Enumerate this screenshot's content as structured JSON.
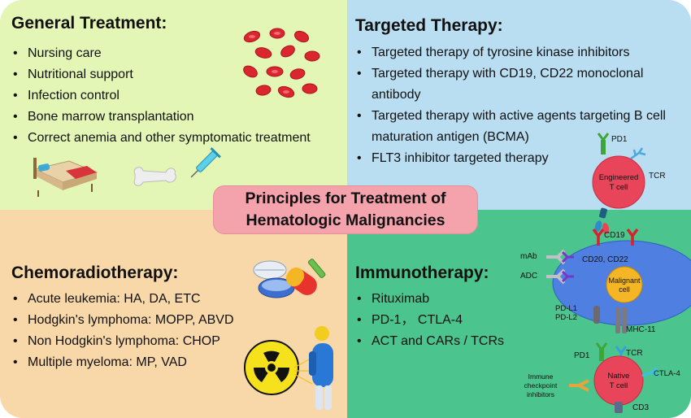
{
  "center": {
    "line1": "Principles for Treatment of",
    "line2": "Hematologic Malignancies"
  },
  "general": {
    "title": "General Treatment:",
    "items": [
      "Nursing care",
      "Nutritional support",
      "Infection control",
      "Bone marrow transplantation",
      "Correct anemia and other symptomatic treatment"
    ]
  },
  "targeted": {
    "title": "Targeted Therapy:",
    "items": [
      "Targeted therapy of tyrosine kinase inhibitors",
      "Targeted therapy with CD19, CD22 monoclonal antibody",
      "Targeted therapy with active agents targeting B cell maturation antigen (BCMA)",
      "FLT3 inhibitor targeted therapy"
    ]
  },
  "chemo": {
    "title": "Chemoradiotherapy:",
    "items": [
      "Acute leukemia: HA, DA, ETC",
      "Hodgkin's lymphoma: MOPP, ABVD",
      "Non Hodgkin's lymphoma: CHOP",
      "Multiple myeloma: MP, VAD"
    ]
  },
  "immuno": {
    "title": "Immunotherapy:",
    "items": [
      "Rituximab",
      "PD-1， CTLA-4",
      "ACT and CARs / TCRs"
    ]
  },
  "figure": {
    "pd1_top": "PD1",
    "engineered_line1": "Engineered",
    "engineered_line2": "T cell",
    "tcr_top": "TCR",
    "cd19": "CD19",
    "mab": "mAb",
    "adc": "ADC",
    "cd20_cd22": "CD20, CD22",
    "malignant_line1": "Malignant",
    "malignant_line2": "cell",
    "pdl1": "PD-L1",
    "pdl2": "PD-L2",
    "mhc": "MHC-11",
    "pd1_bottom": "PD1",
    "tcr_bottom": "TCR",
    "ctla4": "CTLA-4",
    "checkpoint_line1": "Immune",
    "checkpoint_line2": "checkpoint",
    "checkpoint_line3": "inhibitors",
    "native_line1": "Native",
    "native_line2": "T cell",
    "cd3": "CD3"
  },
  "colors": {
    "general_bg": "#e3f6b5",
    "targeted_bg": "#b9ddf1",
    "chemo_bg": "#f8d8a8",
    "immuno_bg": "#4cc48e",
    "center_bg": "#f4a3ad",
    "tcell": "#e8455a",
    "malignant": "#4f7fe0"
  },
  "icons": [
    "red-blood-cells-icon",
    "hospital-bed-icon",
    "bone-icon",
    "syringe-icon",
    "pills-icon",
    "radiation-icon",
    "person-icon"
  ]
}
